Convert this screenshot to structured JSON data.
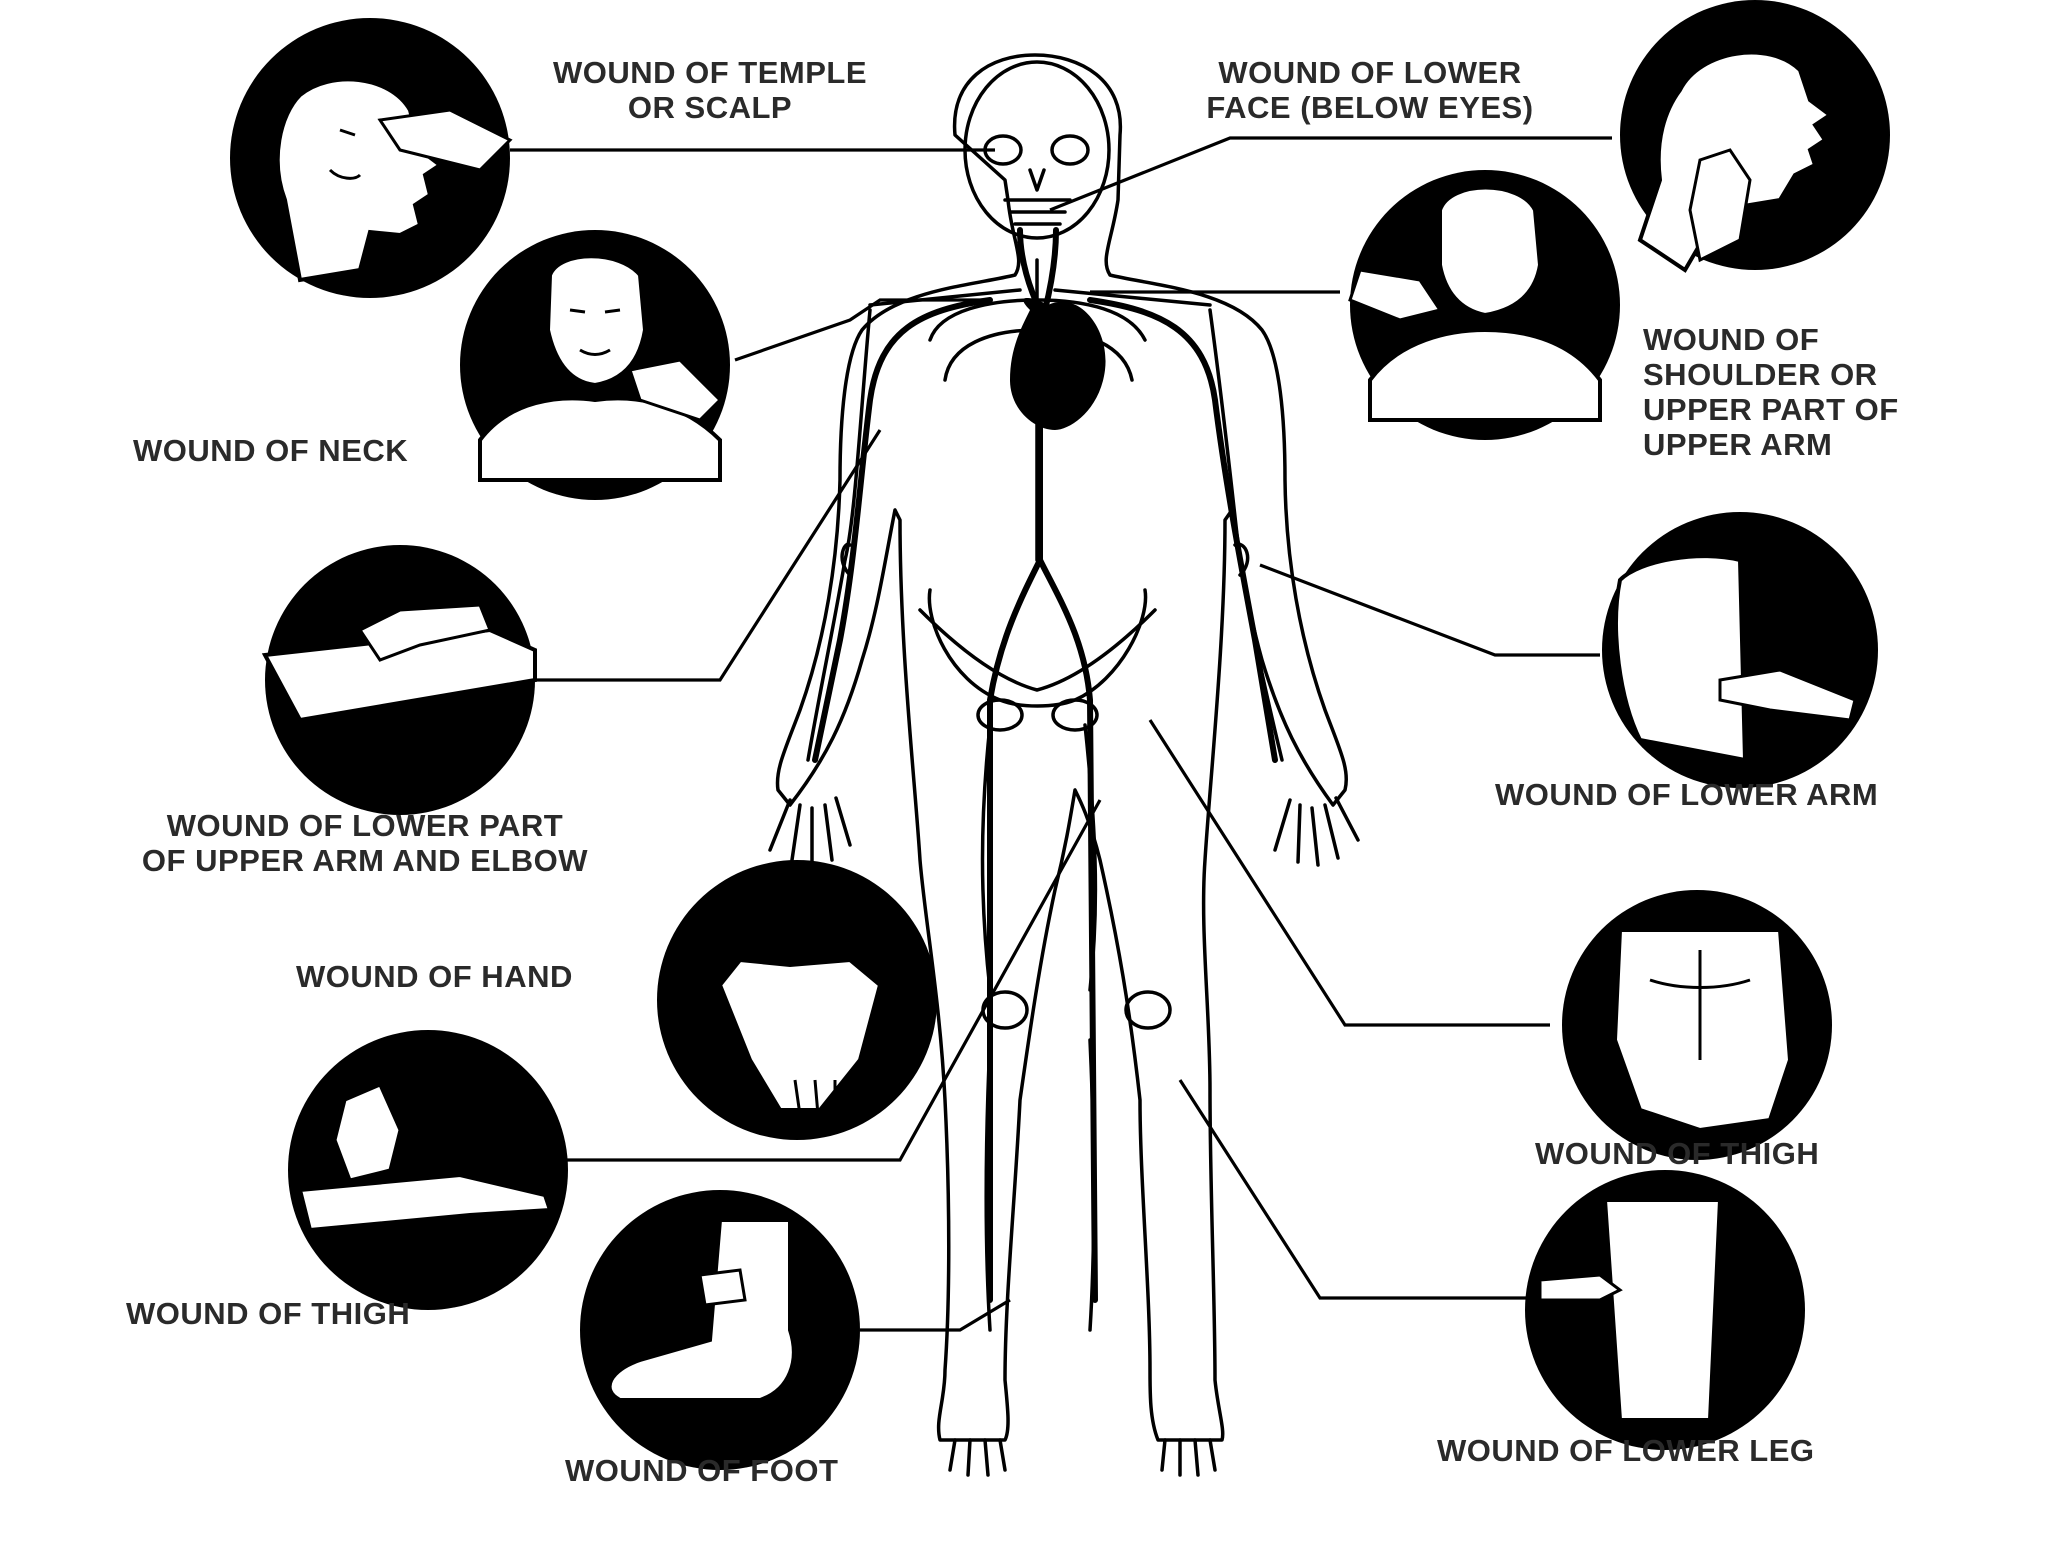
{
  "colors": {
    "ink": "#000000",
    "paper": "#ffffff",
    "label": "#2a2a2a"
  },
  "labels": {
    "temple": "WOUND OF TEMPLE\nOR SCALP",
    "lower_face": "WOUND OF LOWER\nFACE (BELOW EYES)",
    "neck": "WOUND OF NECK",
    "shoulder": "WOUND OF\nSHOULDER OR\nUPPER PART OF\nUPPER ARM",
    "elbow": "WOUND OF LOWER PART\nOF UPPER ARM AND ELBOW",
    "lower_arm": "WOUND OF LOWER ARM",
    "hand": "WOUND OF HAND",
    "thigh_right": "WOUND OF THIGH",
    "thigh_left": "WOUND OF THIGH",
    "lower_leg": "WOUND OF LOWER LEG",
    "foot": "WOUND OF FOOT"
  },
  "icons": {
    "temple": "pressure-temple-icon",
    "lower_face": "pressure-jaw-icon",
    "neck": "pressure-neck-icon",
    "shoulder": "pressure-shoulder-icon",
    "elbow": "pressure-elbow-icon",
    "lower_arm": "pressure-lower-arm-icon",
    "hand": "pressure-hand-icon",
    "thigh_right": "pressure-groin-icon",
    "thigh_left": "pressure-thigh-icon",
    "lower_leg": "pressure-lower-leg-icon",
    "foot": "pressure-foot-icon"
  }
}
